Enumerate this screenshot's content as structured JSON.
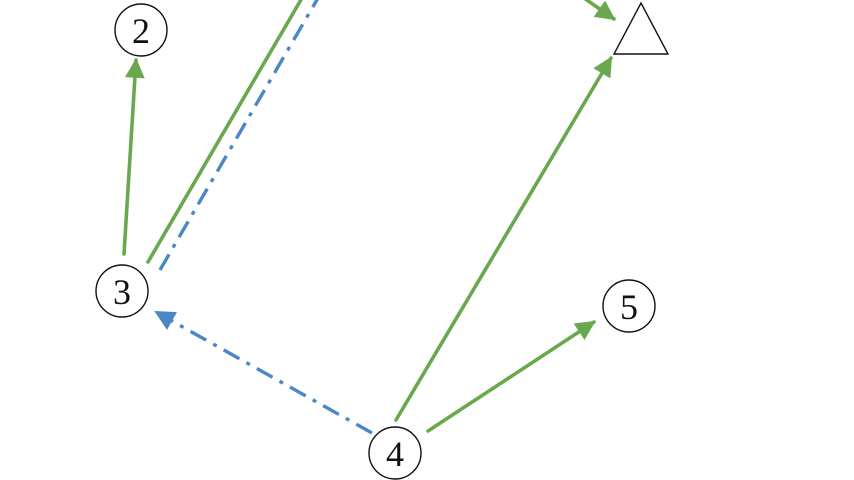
{
  "nodes": [
    {
      "id": "2",
      "label": "2"
    },
    {
      "id": "3",
      "label": "3"
    },
    {
      "id": "4",
      "label": "4"
    },
    {
      "id": "5",
      "label": "5"
    }
  ],
  "target": {
    "id": "triangle",
    "shape": "triangle"
  },
  "edges": [
    {
      "from": "3",
      "to": "2",
      "style": "solid",
      "color": "#6aa84f",
      "arrow": true
    },
    {
      "from": "3",
      "to": "offscreen-top",
      "style": "solid",
      "color": "#6aa84f",
      "arrow": false
    },
    {
      "from": "3",
      "to": "offscreen-top",
      "style": "dash-dot",
      "color": "#4a86c8",
      "arrow": false
    },
    {
      "from": "offscreen-top",
      "to": "triangle",
      "style": "solid",
      "color": "#6aa84f",
      "arrow": true
    },
    {
      "from": "4",
      "to": "triangle",
      "style": "solid",
      "color": "#6aa84f",
      "arrow": true
    },
    {
      "from": "4",
      "to": "5",
      "style": "solid",
      "color": "#6aa84f",
      "arrow": true
    },
    {
      "from": "4",
      "to": "3",
      "style": "dash-dot",
      "color": "#4a86c8",
      "arrow": true
    }
  ],
  "colors": {
    "green": "#6aa84f",
    "blue": "#4a86c8",
    "outline": "#111111"
  }
}
